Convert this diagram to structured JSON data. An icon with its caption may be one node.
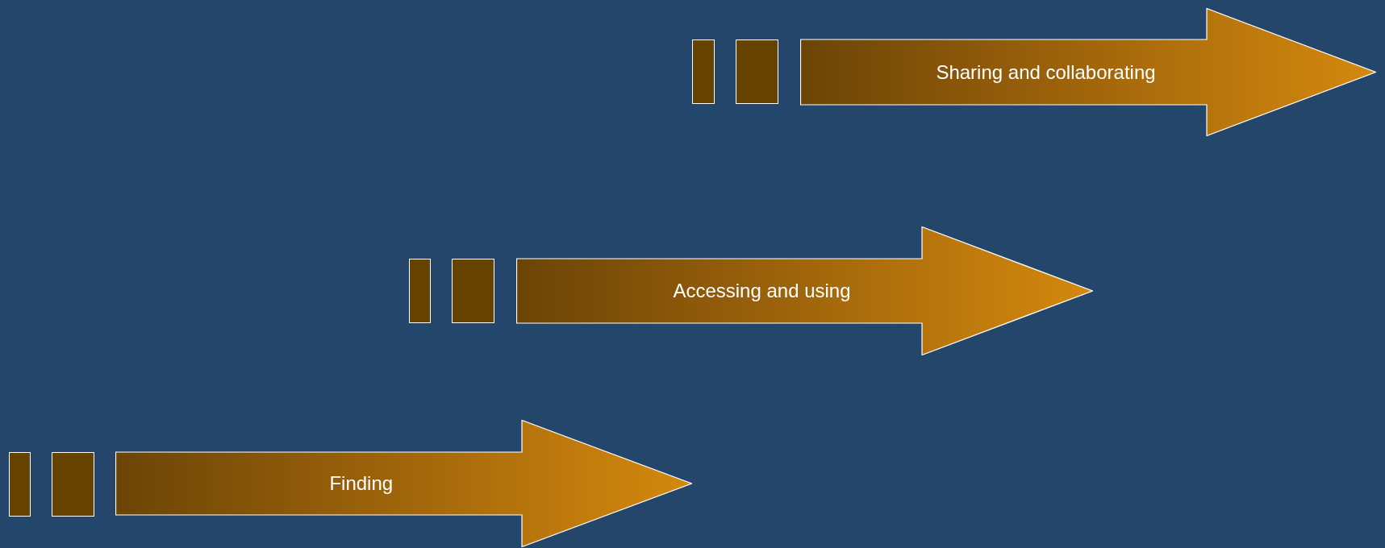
{
  "diagram": {
    "nodes": [
      {
        "text": [],
        "shape": "bar"
      },
      {
        "text": [],
        "shape": "bar"
      },
      {
        "text": [
          "Sharing and collaborating"
        ]
      },
      {
        "text": [],
        "shape": "bar"
      },
      {
        "text": [],
        "shape": "bar"
      },
      {
        "text": [
          "Accessing and using"
        ]
      },
      {
        "text": [],
        "shape": "bar"
      },
      {
        "text": [],
        "shape": "bar"
      },
      {
        "text": [
          "Finding"
        ]
      }
    ]
  }
}
